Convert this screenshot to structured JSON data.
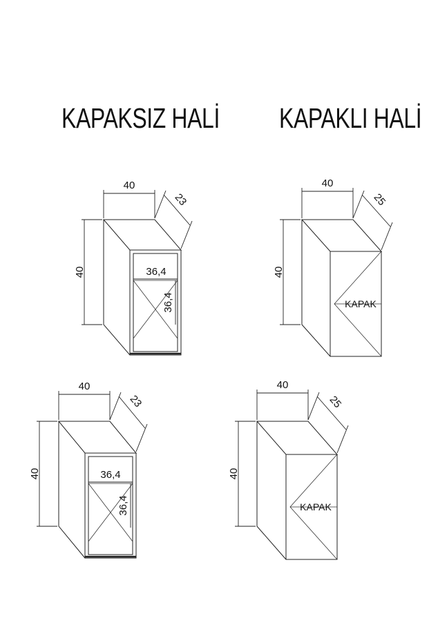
{
  "titles": {
    "left": "KAPAKSIZ HALİ",
    "right": "KAPAKLI HALİ"
  },
  "units": [
    {
      "id": "open-top",
      "width": "40",
      "depth": "23",
      "height": "40",
      "inner_width": "36,4",
      "inner_height": "36,4"
    },
    {
      "id": "door-top",
      "width": "40",
      "depth": "25",
      "height": "40",
      "door_label": "KAPAK"
    },
    {
      "id": "open-bottom",
      "width": "40",
      "depth": "23",
      "height": "40",
      "inner_width": "36,4",
      "inner_height": "36,4"
    },
    {
      "id": "door-bottom",
      "width": "40",
      "depth": "25",
      "height": "40",
      "door_label": "KAPAK"
    }
  ]
}
